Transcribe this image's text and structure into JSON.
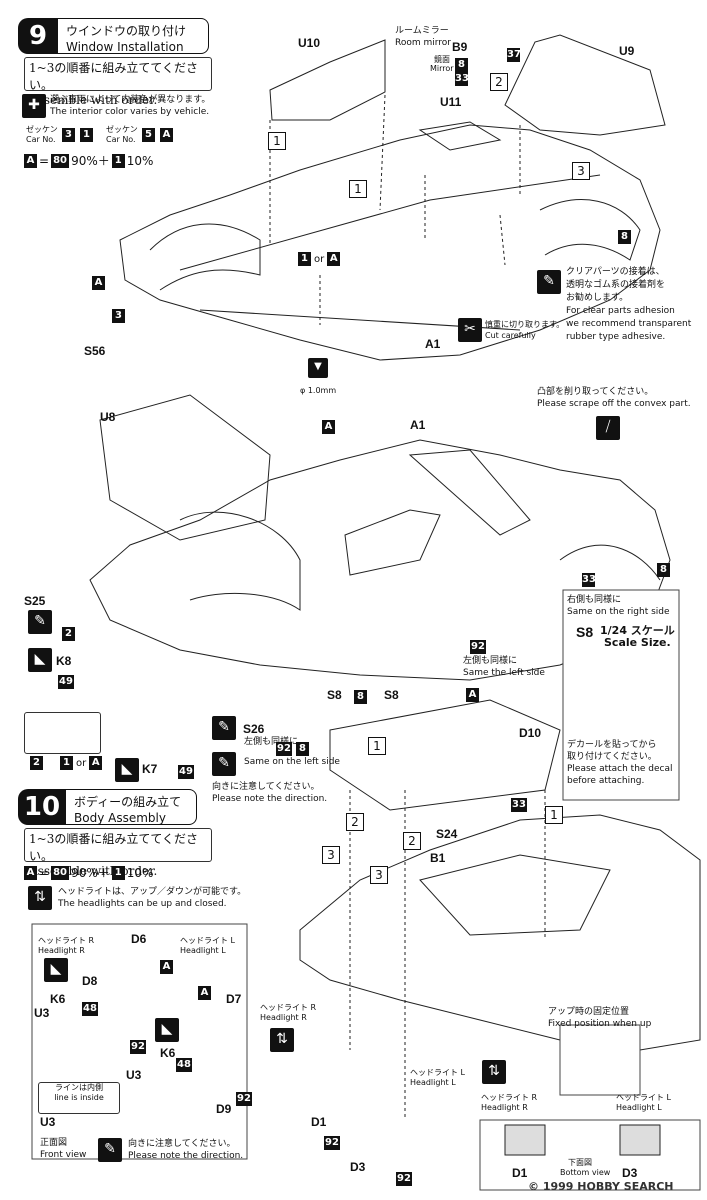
{
  "step9": {
    "number": "9",
    "title_jp": "ウインドウの取り付け",
    "title_en": "Window Installation",
    "order_jp": "1~3の順番に組み立ててください。",
    "order_en": "Assemble with order.",
    "interior_jp": "選ぶ車両によって内装色が異なります。",
    "interior_en": "The interior color varies by vehicle.",
    "zekken1": "ゼッケン",
    "car_no_1": "Car No.",
    "car_no_1_val": "3",
    "car_no_1_part": "1",
    "zekken2": "ゼッケン",
    "car_no_2": "Car No.",
    "car_no_2_val": "5",
    "car_no_2_part": "A",
    "color_mix_a": "A",
    "color_mix_eq": "=",
    "color_mix_80": "80",
    "color_mix_90": "90%＋",
    "color_mix_1": "1",
    "color_mix_10": "10%",
    "labels": {
      "u10": "U10",
      "room_mirror_jp": "ルームミラー",
      "room_mirror_en": "Room mirror",
      "b9": "B9",
      "mirror_jp": "鏡面",
      "mirror_en": "Mirror",
      "n8": "8",
      "n33": "33",
      "n37": "37",
      "u9": "U9",
      "u11": "U11",
      "a": "A",
      "part1": "1",
      "or": "or",
      "n3": "3",
      "s56": "S56",
      "phi": "φ 1.0mm",
      "a1": "A1",
      "cut_jp": "慎重に切り取ります。",
      "cut_en": "Cut carefully",
      "clear_jp1": "クリアパーツの接着は、",
      "clear_jp2": "透明なゴム系の接着剤を",
      "clear_jp3": "お勧めします。",
      "clear_en1": "For clear parts adhesion",
      "clear_en2": "we recommend transparent",
      "clear_en3": "rubber type adhesive.",
      "step1": "1",
      "step2": "2",
      "step3": "3"
    }
  },
  "middle": {
    "scrape_jp": "凸部を削り取ってください。",
    "scrape_en": "Please scrape off the convex part.",
    "u8": "U8",
    "a": "A",
    "a1": "A1",
    "n33": "33",
    "n8": "8",
    "s25": "S25",
    "n2": "2",
    "k8": "K8",
    "n49": "49",
    "n92": "92",
    "left_same_jp": "左側も同様に",
    "left_same_en": "Same the left side",
    "right_same_jp": "右側も同様に",
    "right_same_en": "Same on the right side",
    "s8": "S8",
    "scale_jp": "1/24 スケール",
    "scale_en": "Scale Size.",
    "decal_jp1": "デカールを貼ってから",
    "decal_jp2": "取り付けてください。",
    "decal_en1": "Please attach the decal",
    "decal_en2": "before attaching.",
    "k7": "K7",
    "s26": "S26",
    "left2_jp": "左側も同様に",
    "left2_en": "Same on the left side",
    "dir_jp": "向きに注意してください。",
    "dir_en": "Please note the direction.",
    "n1or": "or",
    "d10": "D10"
  },
  "step10": {
    "number": "10",
    "title_jp": "ボディーの組み立て",
    "title_en": "Body Assembly",
    "order_jp": "1~3の順番に組み立ててください。",
    "order_en": "Assemble with order.",
    "color_mix_a": "A",
    "color_mix_eq": "=",
    "color_mix_80": "80",
    "color_mix_90": "90%＋",
    "color_mix_1": "1",
    "color_mix_10": "10%",
    "headlight_jp": "ヘッドライトは、アップ／ダウンが可能です。",
    "headlight_en": "The headlights can be up and closed.",
    "hl_r_jp": "ヘッドライト R",
    "hl_r_en": "Headlight R",
    "hl_l_jp": "ヘッドライト L",
    "hl_l_en": "Headlight L",
    "d6": "D6",
    "d7": "D7",
    "d8": "D8",
    "d9": "D9",
    "k6": "K6",
    "u3": "U3",
    "n48": "48",
    "n92": "92",
    "line_inside_jp": "ラインは内側",
    "line_inside_en": "line is inside",
    "front_jp": "正面図",
    "front_en": "Front view",
    "dir_jp": "向きに注意してください。",
    "dir_en": "Please note the direction.",
    "s24": "S24",
    "b1": "B1",
    "d1": "D1",
    "d3": "D3",
    "fixed_jp": "アップ時の固定位置",
    "fixed_en": "Fixed position when up",
    "bottom_jp": "下面図",
    "bottom_en": "Bottom view",
    "watermark": "© 1999 HOBBY SEARCH"
  }
}
